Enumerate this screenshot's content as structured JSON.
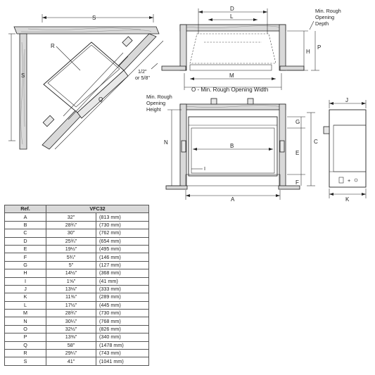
{
  "table": {
    "header_ref": "Ref.",
    "header_model": "VFC32",
    "rows": [
      {
        "ref": "A",
        "in": "32\"",
        "mm": "(813 mm)"
      },
      {
        "ref": "B",
        "in": "28¾\"",
        "mm": "(730 mm)"
      },
      {
        "ref": "C",
        "in": "30\"",
        "mm": "(762 mm)"
      },
      {
        "ref": "D",
        "in": "25¾\"",
        "mm": "(654 mm)"
      },
      {
        "ref": "E",
        "in": "19½\"",
        "mm": "(495 mm)"
      },
      {
        "ref": "F",
        "in": "5¾\"",
        "mm": "(146 mm)"
      },
      {
        "ref": "G",
        "in": "5\"",
        "mm": "(127 mm)"
      },
      {
        "ref": "H",
        "in": "14½\"",
        "mm": "(368 mm)"
      },
      {
        "ref": "I",
        "in": "1⅝\"",
        "mm": "(41 mm)"
      },
      {
        "ref": "J",
        "in": "13⅛\"",
        "mm": "(333 mm)"
      },
      {
        "ref": "K",
        "in": "11⅜\"",
        "mm": "(289 mm)"
      },
      {
        "ref": "L",
        "in": "17½\"",
        "mm": "(445 mm)"
      },
      {
        "ref": "M",
        "in": "28¾\"",
        "mm": "(730 mm)"
      },
      {
        "ref": "N",
        "in": "30¼\"",
        "mm": "(768 mm)"
      },
      {
        "ref": "O",
        "in": "32½\"",
        "mm": "(826 mm)"
      },
      {
        "ref": "P",
        "in": "13⅜\"",
        "mm": "(340 mm)"
      },
      {
        "ref": "Q",
        "in": "58\"",
        "mm": "(1478 mm)"
      },
      {
        "ref": "R",
        "in": "29¼\"",
        "mm": "(743 mm)"
      },
      {
        "ref": "S",
        "in": "41\"",
        "mm": "(1041 mm)"
      }
    ]
  },
  "labels": {
    "s_top": "S",
    "s_side": "S",
    "r": "R",
    "q": "Q",
    "d": "D",
    "l": "L",
    "h": "H",
    "p": "P",
    "m": "M",
    "o": "O - Min. Rough Opening Width",
    "n": "N",
    "b": "B",
    "i": "I",
    "a": "A",
    "g": "G",
    "c": "C",
    "e": "E",
    "f": "F",
    "j": "J",
    "k": "K"
  },
  "notes": {
    "depth_1": "Min. Rough",
    "depth_2": "Opening",
    "depth_3": "Depth",
    "height_1": "Min. Rough",
    "height_2": "Opening",
    "height_3": "Height",
    "half_inch": "1/2\"",
    "five_eighth": "or 5/8\""
  }
}
